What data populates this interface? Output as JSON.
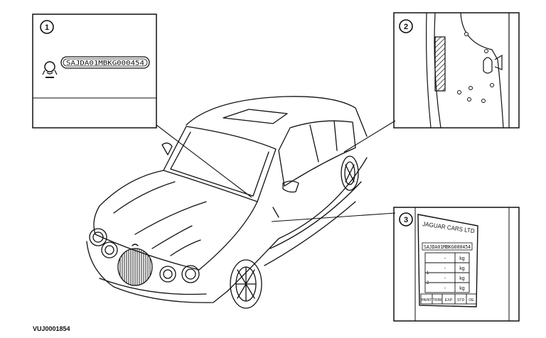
{
  "figure_id": "VUJ0001854",
  "callouts": [
    {
      "number": "1",
      "vin": "SAJDA01MBKG000454"
    },
    {
      "number": "2"
    },
    {
      "number": "3",
      "plate_header": "JAGUAR CARS LTD",
      "plate_vin": "SAJDA01MBKG000454",
      "plate_rows": [
        "-",
        "kg",
        "-",
        "kg",
        "-",
        "kg",
        "-",
        "kg"
      ],
      "plate_footer": [
        "PAINT",
        "TRIM",
        "EXP",
        "STD",
        "OE"
      ]
    }
  ],
  "colors": {
    "line": "#111111",
    "hatch": "#222222",
    "paper": "#ffffff"
  }
}
